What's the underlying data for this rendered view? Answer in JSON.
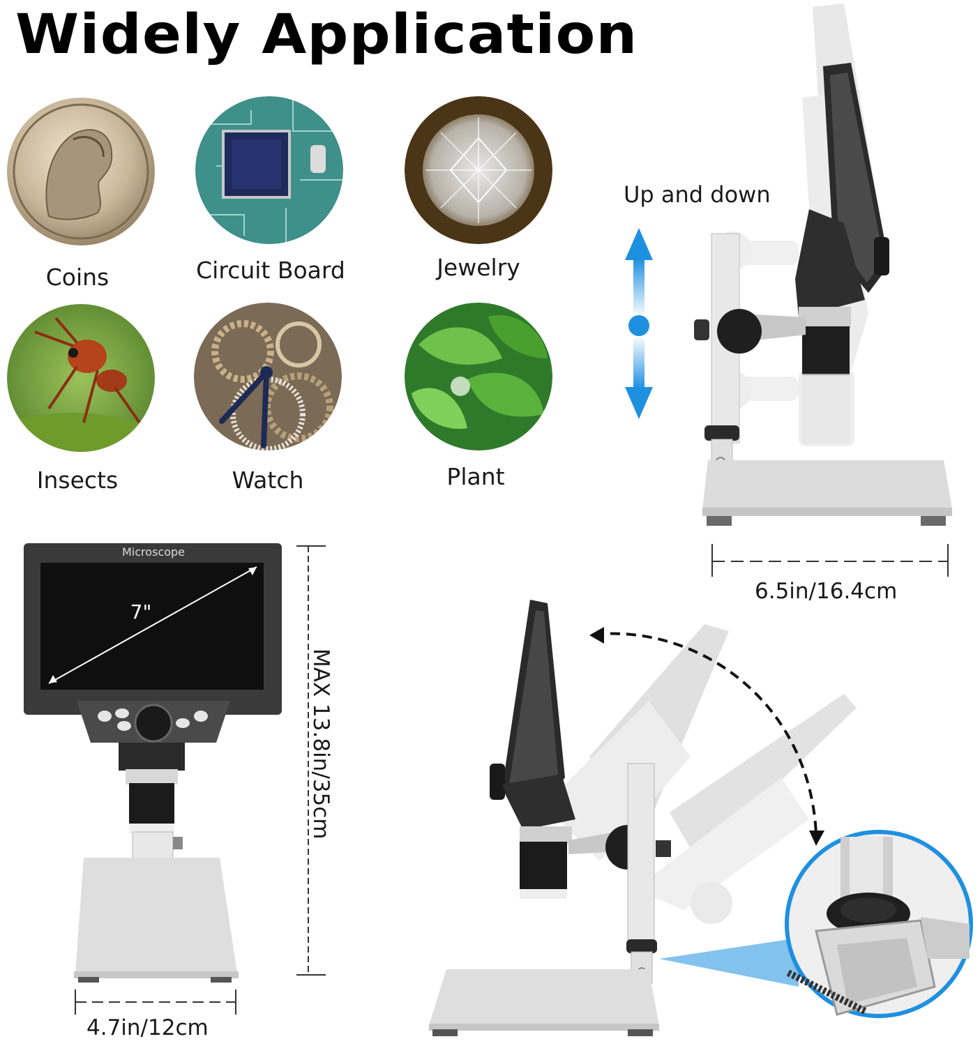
{
  "title": "Widely Application",
  "applications": [
    {
      "label": "Coins"
    },
    {
      "label": "Circuit Board"
    },
    {
      "label": "Jewelry"
    },
    {
      "label": "Insects"
    },
    {
      "label": "Watch"
    },
    {
      "label": "Plant"
    }
  ],
  "adjust": {
    "label": "Up and down"
  },
  "dimensions": {
    "base_depth": "6.5in/16.4cm",
    "max_height": "MAX 13.8in/35cm",
    "base_width": "4.7in/12cm"
  },
  "screen": {
    "brand": "Microscope",
    "size": "7\""
  },
  "colors": {
    "accent_blue": "#1e90e0",
    "base_gray": "#d9d9d9",
    "device_black": "#2b2b2b"
  }
}
